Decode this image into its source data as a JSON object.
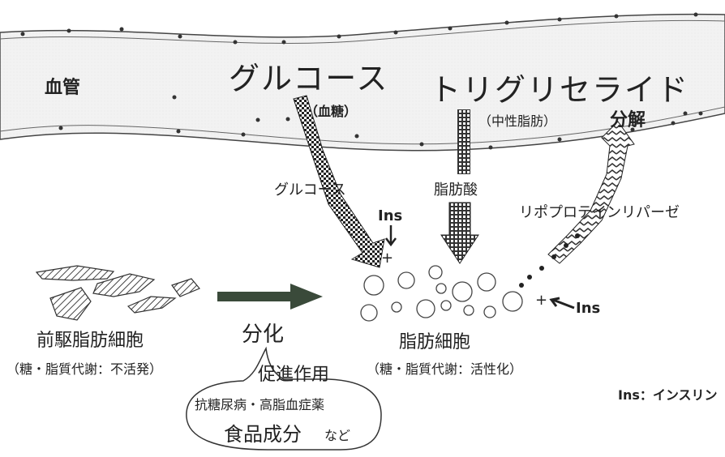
{
  "vessel": {
    "label": "血管",
    "glucose_title": "グルコース",
    "glucose_sub": "（血糖）",
    "tg_title": "トリグリセライド",
    "tg_sub": "（中性脂肪）",
    "decompose": "分解"
  },
  "pathways": {
    "glucose": "グルコース",
    "fatty_acid": "脂肪酸",
    "lipase": "リポプロテインリパーゼ",
    "ins_top": "Ins",
    "ins_right": "Ins"
  },
  "cells": {
    "pre_title": "前駆脂肪細胞",
    "pre_sub": "（糖・脂質代謝：不活発）",
    "differentiation": "分化",
    "adipo_title": "脂肪細胞",
    "adipo_sub": "（糖・脂質代謝：活性化）"
  },
  "bubble": {
    "heading": "促進作用",
    "line1": "抗糖尿病・高脂血症薬",
    "line2_main": "食品成分",
    "line2_suffix": "など"
  },
  "legend": {
    "ins_note": "Ins：インスリン"
  }
}
